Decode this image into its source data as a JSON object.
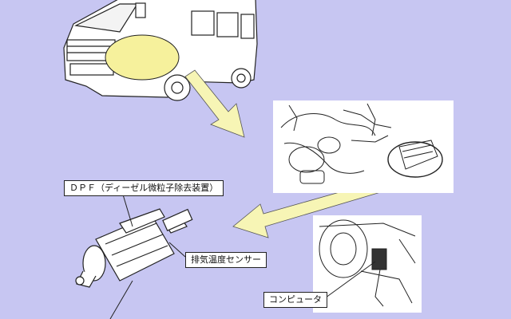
{
  "labels": {
    "dpf": "ＤＰＦ（ディーゼル微粒子除去装置）",
    "exhaust_sensor": "排気温度センサー",
    "computer": "コンピュータ"
  },
  "colors": {
    "background": "#c7c6f2",
    "highlight": "#f6f19c",
    "arrow": "#f7f5b5",
    "line": "#222222"
  }
}
